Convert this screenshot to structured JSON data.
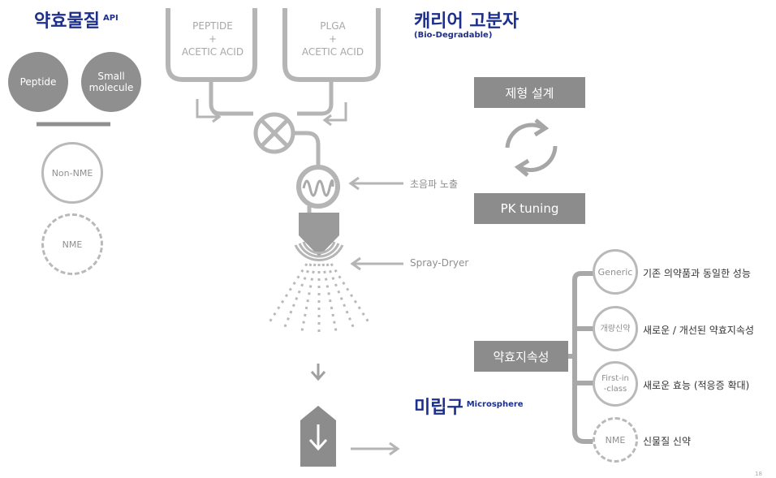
{
  "left": {
    "title": "약효물질",
    "title_sup": "API",
    "circles": [
      "Peptide",
      "Small\nmolecule"
    ],
    "nonnme": "Non-NME",
    "nme": "NME"
  },
  "center": {
    "tank1": "PEPTIDE\n+\nACETIC ACID",
    "tank2": "PLGA\n+\nACETIC ACID",
    "ultrasonic": "초음파 노출",
    "spraydryer": "Spray-Dryer"
  },
  "carrier": {
    "title": "캐리어 고분자",
    "subtitle": "(Bio-Degradable)"
  },
  "cycle": {
    "top": "제형 설계",
    "bottom": "PK tuning"
  },
  "micro": {
    "title": "미립구",
    "sup": "Microsphere"
  },
  "sustain": {
    "label": "약효지속성",
    "items": [
      {
        "badge": "Generic",
        "desc": "기존 의약품과 동일한 성능"
      },
      {
        "badge": "개량신약",
        "desc": "새로운 / 개선된 약효지속성"
      },
      {
        "badge": "First-in\n-class",
        "desc": "새로운 효능 (적응증 확대)"
      },
      {
        "badge": "NME",
        "desc": "신물질 신약"
      }
    ]
  },
  "page_number": "18"
}
